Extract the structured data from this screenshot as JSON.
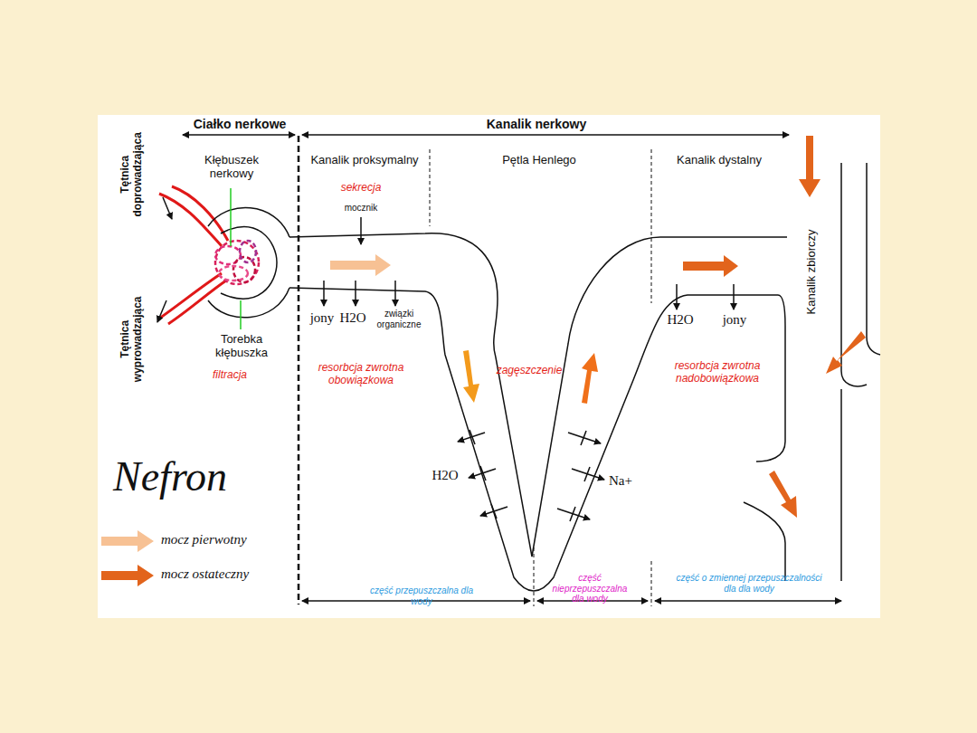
{
  "diagram": {
    "title": "Nefron",
    "labels": [
      "Ciałko nerkowe",
      "Kanalik nerkowy",
      "Tętnica doprowadzająca",
      "Kłębuszek nerkowy",
      "Kanalik proksymalny",
      "Pętla Henlego",
      "Kanalik dystalny",
      "Kanalik zbiorczy",
      "sekrecja",
      "mocznik",
      "jony",
      "H2O",
      "związki organiczne",
      "Tętnica wyprowadzająca",
      "Torebka kłębuszka",
      "filtracja",
      "resorbcja zwrotna obowiązkowa",
      "zagęszczenie",
      "H2O",
      "jony",
      "resorbcja zwrotna nadobowiązkowa",
      "H2O",
      "Na+",
      "część przepuszczalna dla wody",
      "część nieprzepuszczalna dla wody",
      "część o zmiennej przepuszczalności dla dla wody"
    ],
    "legend": [
      {
        "text": "mocz pierwotny",
        "color": "#f7c194"
      },
      {
        "text": "mocz ostateczny",
        "color": "#e2641c"
      }
    ]
  }
}
